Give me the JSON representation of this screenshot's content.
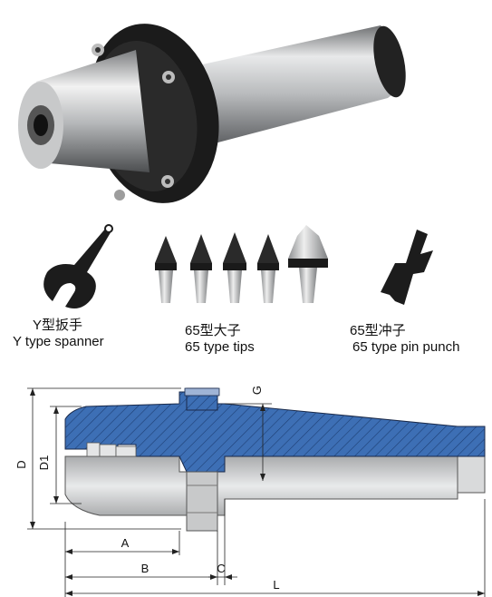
{
  "accessories": [
    {
      "name_cn": "Y型扳手",
      "name_en": "Y type spanner"
    },
    {
      "name_cn": "65型大子",
      "name_en": "65 type tips"
    },
    {
      "name_cn": "65型冲子",
      "name_en": "65 type pin punch"
    }
  ],
  "dimensions": {
    "D": "D",
    "D1": "D1",
    "G": "G",
    "A": "A",
    "B": "B",
    "C": "C",
    "L": "L"
  },
  "colors": {
    "section_blue": "#3d6fb5",
    "body_grey": "#c9cbcc",
    "collar_black": "#1a1a1a"
  }
}
